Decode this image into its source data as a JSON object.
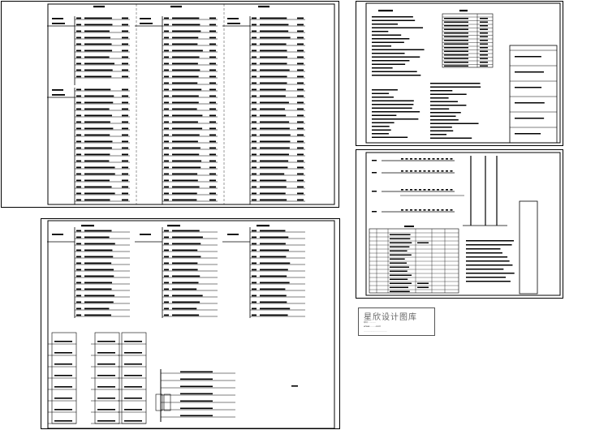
{
  "colors": {
    "ink": "#000000",
    "paper": "#ffffff",
    "logo_text": "#666666"
  },
  "watermark": {
    "title": "星欣设计图库",
    "line1": "QQ: ·········",
    "line2": "www.······.com",
    "line3": "······························"
  }
}
